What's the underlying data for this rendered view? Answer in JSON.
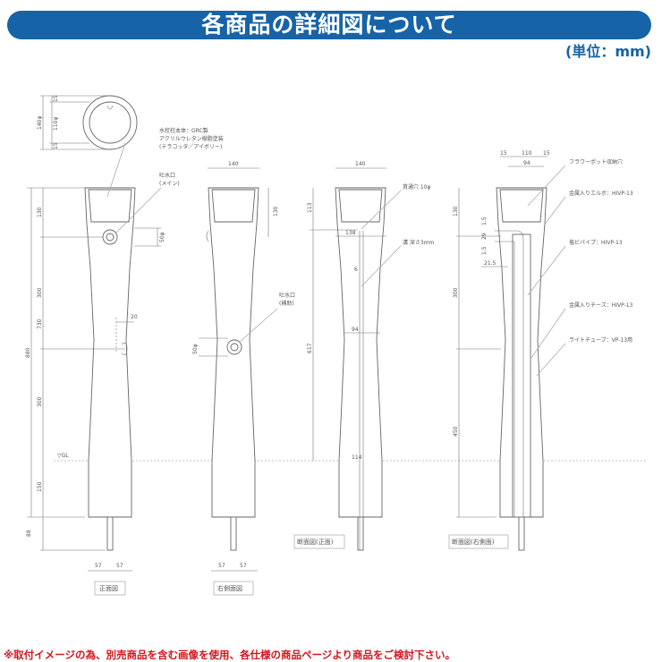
{
  "header": {
    "title": "各商品の詳細図について",
    "unit": "(単位：mm)"
  },
  "top_view": {
    "dims": [
      "140φ",
      "15",
      "110φ",
      "15"
    ]
  },
  "front_view": {
    "caption": "正面図",
    "material": [
      "水栓柱本体：GRC製",
      "アクリルウレタン樹脂塗装",
      "(テラコッタ／アイボリー)"
    ],
    "spout": [
      "吐水口",
      "(メイン)"
    ],
    "dims": {
      "total": "880",
      "d130": "130",
      "d300a": "300",
      "d730": "730",
      "d300b": "300",
      "d150": "150",
      "d88": "88",
      "spout_dia": "50φ",
      "d20": "20",
      "w_left": "57",
      "w_right": "57"
    },
    "gl": "▽GL"
  },
  "side_view": {
    "caption": "右側面図",
    "spout": [
      "吐水口",
      "(補助)"
    ],
    "dims": {
      "width": "140",
      "d130": "130",
      "spout_dia": "50φ",
      "w_left": "57",
      "w_right": "57"
    }
  },
  "section_front": {
    "caption": "断面図(正面)",
    "labels": {
      "hole": "貫通穴 10φ",
      "groove": "溝 深さ3mm"
    },
    "dims": {
      "width": "140",
      "d113": "113",
      "d138": "138",
      "d6": "6",
      "d94": "94",
      "d617": "617",
      "d114": "114"
    }
  },
  "section_side": {
    "caption": "断面図(右側面)",
    "labels": [
      "フラワーポット収納穴",
      "金属入りエルボ：HIVP-13",
      "塩ビパイプ：HIVP-13",
      "金属入りチーズ：HIVP-13",
      "ライトチューブ：VP-13用"
    ],
    "dims": {
      "t15a": "15",
      "t110": "110",
      "t15b": "15",
      "t94": "94",
      "d130": "130",
      "d300": "300",
      "d450": "450",
      "s15a": "1.5",
      "s29": "29",
      "s15b": "1.5",
      "d215": "21.5"
    }
  },
  "footer": {
    "note": "※取付イメージの為、別売商品を含む画像を使用、各仕様の商品ページより商品をご検討下さい。"
  },
  "colors": {
    "title_bg": "#1663a8",
    "footer_text": "#d4161c"
  }
}
